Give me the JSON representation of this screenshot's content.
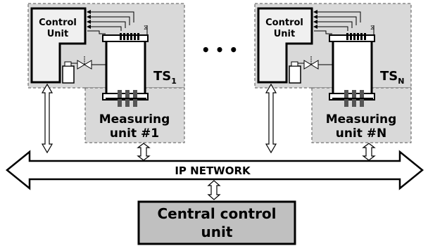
{
  "stations": [
    {
      "control_unit_line1": "Control",
      "control_unit_line2": "Unit",
      "ts_main": "TS",
      "ts_sub": "1",
      "measuring_line1": "Measuring",
      "measuring_line2": "unit #1"
    },
    {
      "control_unit_line1": "Control",
      "control_unit_line2": "Unit",
      "ts_main": "TS",
      "ts_sub": "N",
      "measuring_line1": "Measuring",
      "measuring_line2": "unit #N"
    }
  ],
  "ellipsis": "• • •",
  "network_label": "IP NETWORK",
  "central_line1": "Central control",
  "central_line2": "unit",
  "colors": {
    "panel_fill": "#d9d9d9",
    "control_fill": "#f0f0f0",
    "central_fill": "#c0c0c0",
    "stroke": "#000000"
  }
}
